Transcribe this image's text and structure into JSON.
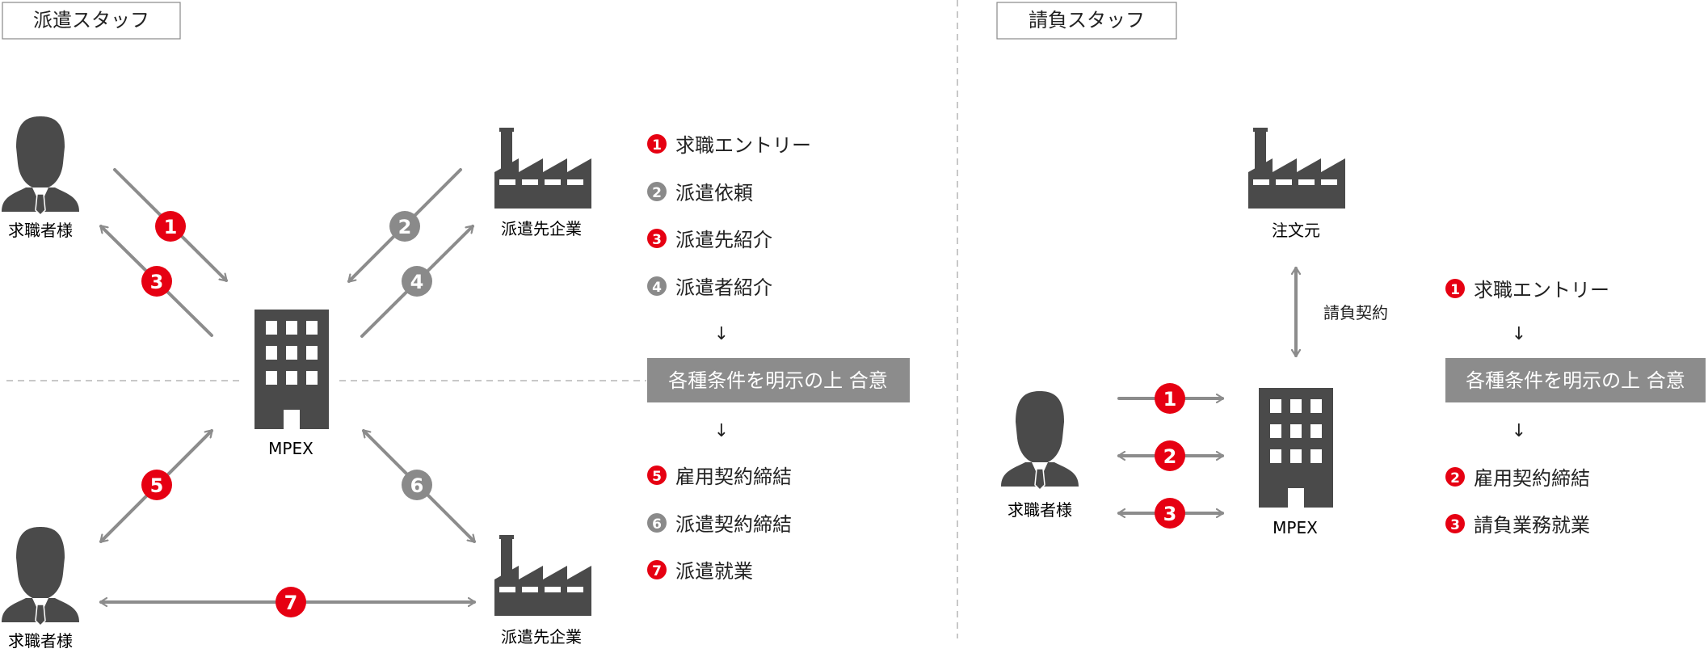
{
  "colors": {
    "red": "#e60012",
    "gray_badge": "#8a8a8a",
    "arrow": "#8c8c8c",
    "icon": "#4a4a4a",
    "box_fill": "#8c8c8c",
    "divider": "#c8c8c8"
  },
  "left_panel": {
    "tab_label": "派遣スタッフ",
    "nodes": {
      "jobseeker_top": "求職者様",
      "client_top": "派遣先企業",
      "mpex": "MPEX",
      "jobseeker_bottom": "求職者様",
      "client_bottom": "派遣先企業"
    },
    "flow_badges": [
      "1",
      "2",
      "3",
      "4",
      "5",
      "6",
      "7"
    ],
    "legend": [
      {
        "num": "1",
        "text": "求職エントリー",
        "color": "red"
      },
      {
        "num": "2",
        "text": "派遣依頼",
        "color": "gray"
      },
      {
        "num": "3",
        "text": "派遣先紹介",
        "color": "red"
      },
      {
        "num": "4",
        "text": "派遣者紹介",
        "color": "gray"
      },
      {
        "num": "5",
        "text": "雇用契約締結",
        "color": "red"
      },
      {
        "num": "6",
        "text": "派遣契約締結",
        "color": "gray"
      },
      {
        "num": "7",
        "text": "派遣就業",
        "color": "red"
      }
    ],
    "agreement_box": "各種条件を明示の上 合意",
    "down_arrow": "↓"
  },
  "right_panel": {
    "tab_label": "請負スタッフ",
    "nodes": {
      "orderer": "注文元",
      "contract_label": "請負契約",
      "mpex": "MPEX",
      "jobseeker": "求職者様"
    },
    "flow_badges": [
      "1",
      "2",
      "3"
    ],
    "legend": [
      {
        "num": "1",
        "text": "求職エントリー",
        "color": "red"
      },
      {
        "num": "2",
        "text": "雇用契約締結",
        "color": "red"
      },
      {
        "num": "3",
        "text": "請負業務就業",
        "color": "red"
      }
    ],
    "agreement_box": "各種条件を明示の上 合意",
    "down_arrow": "↓"
  }
}
